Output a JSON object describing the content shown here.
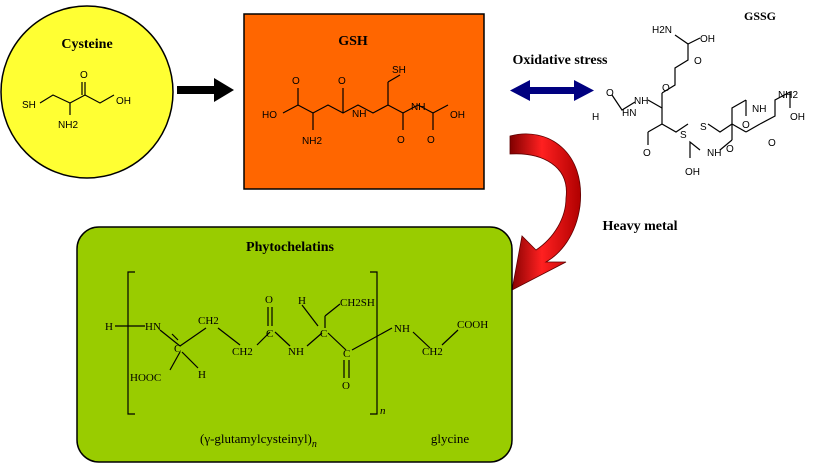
{
  "titles": {
    "cysteine": "Cysteine",
    "gsh": "GSH",
    "gssg": "GSSG",
    "phytochelatins": "Phytochelatins"
  },
  "arrows": {
    "oxidative": "Oxidative stress",
    "heavy_metal": "Heavy metal"
  },
  "cysteine_atoms": {
    "sh": "SH",
    "oh": "OH",
    "o": "O",
    "nh2": "NH2"
  },
  "gsh_atoms": {
    "ho": "HO",
    "nh2": "NH2",
    "o1": "O",
    "o2": "O",
    "o3": "O",
    "o4": "O",
    "nh1": "NH",
    "nh2b": "NH",
    "sh": "SH",
    "oh": "OH"
  },
  "gssg_atoms": {
    "h2n": "H2N",
    "oh1": "OH",
    "o1": "O",
    "o2": "O",
    "o3": "O",
    "hn1": "HN",
    "h": "H",
    "nh1": "NH",
    "s1": "S",
    "s2": "S",
    "nh3": "NH",
    "nh2": "NH2",
    "oh2": "OH",
    "o4": "O",
    "o5": "O",
    "o6": "O",
    "oh3": "OH",
    "nh4": "NH",
    "o7": "O"
  },
  "pc_atoms": {
    "h": "H",
    "hn": "HN",
    "ch2a": "CH2",
    "ch2b": "CH2",
    "o1": "O",
    "h2": "H",
    "ch2sh": "CH2SH",
    "c1": "C",
    "c2": "C",
    "c3": "C",
    "c4": "C",
    "nh1": "NH",
    "nh2": "NH",
    "hooc": "HOOC",
    "h3": "H",
    "o2": "O",
    "ch2c": "CH2",
    "cooh": "COOH",
    "n": "n"
  },
  "pc_labels": {
    "repeat": "(γ-glutamylcysteinyl)",
    "repeat_sub": "n",
    "glycine": "glycine"
  },
  "colors": {
    "cysteine_fill": "#ffff33",
    "gsh_fill": "#ff6600",
    "pc_fill": "#99cc00",
    "blue_arrow": "#000080",
    "red_arrow": "#e00000"
  }
}
